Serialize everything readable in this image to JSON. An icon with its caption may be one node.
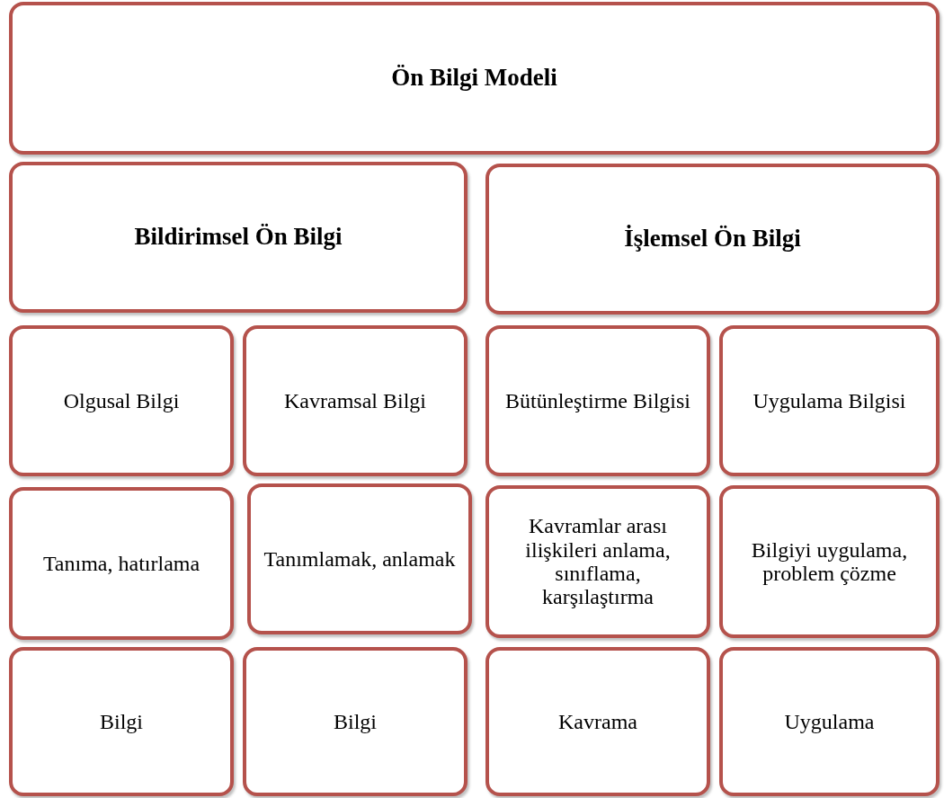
{
  "diagram": {
    "nodes": [
      {
        "text": [
          "Ön Bilgi Modeli"
        ]
      },
      {
        "text": [
          "Bildirimsel Ön Bilgi"
        ]
      },
      {
        "text": [
          "İşlemsel Ön Bilgi"
        ]
      },
      {
        "text": [
          "Olgusal Bilgi"
        ]
      },
      {
        "text": [
          "Kavramsal Bilgi"
        ]
      },
      {
        "text": [
          "Bütünleştirme Bilgisi"
        ]
      },
      {
        "text": [
          "Uygulama Bilgisi"
        ]
      },
      {
        "text": [
          "Tanıma, hatırlama"
        ]
      },
      {
        "text": [
          "Tanımlamak, anlamak"
        ]
      },
      {
        "text": [
          "Kavramlar arası ilişkileri anlama, sınıflama, karşılaştırma"
        ]
      },
      {
        "text": [
          "Bilgiyi uygulama, problem çözme"
        ]
      },
      {
        "text": [
          "Bilgi"
        ]
      },
      {
        "text": [
          "Bilgi"
        ]
      },
      {
        "text": [
          "Kavrama"
        ]
      },
      {
        "text": [
          "Uygulama"
        ]
      }
    ]
  }
}
